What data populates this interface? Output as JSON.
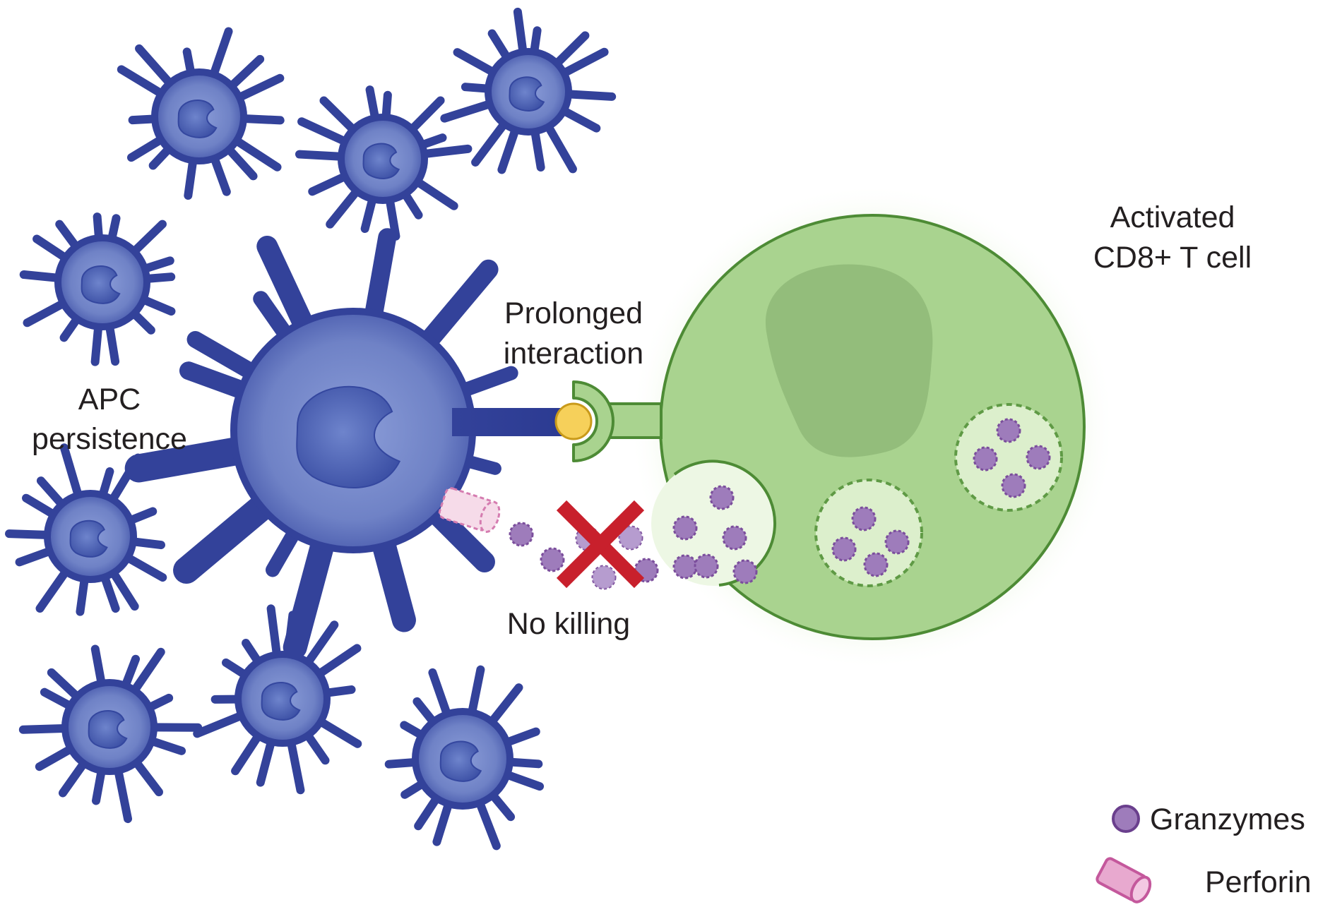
{
  "labels": {
    "apc_line1": "APC",
    "apc_line2": "persistence",
    "prolonged_line1": "Prolonged",
    "prolonged_line2": "interaction",
    "activated_line1": "Activated",
    "activated_line2": "CD8+ T cell",
    "no_killing": "No killing"
  },
  "legend": {
    "granzymes": "Granzymes",
    "perforin": "Perforin"
  },
  "colors": {
    "apc_dark": "#33429a",
    "apc_light": "#7c8fcf",
    "tcell_fill": "#a9d38f",
    "tcell_stroke": "#4d8b35",
    "granzyme": "#9e7cbb",
    "granzyme_edge": "#7b4e9c",
    "perforin": "#e8a9cf",
    "perforin_edge": "#c4589c",
    "antigen": "#f6d05a",
    "cross": "#c8202c"
  }
}
